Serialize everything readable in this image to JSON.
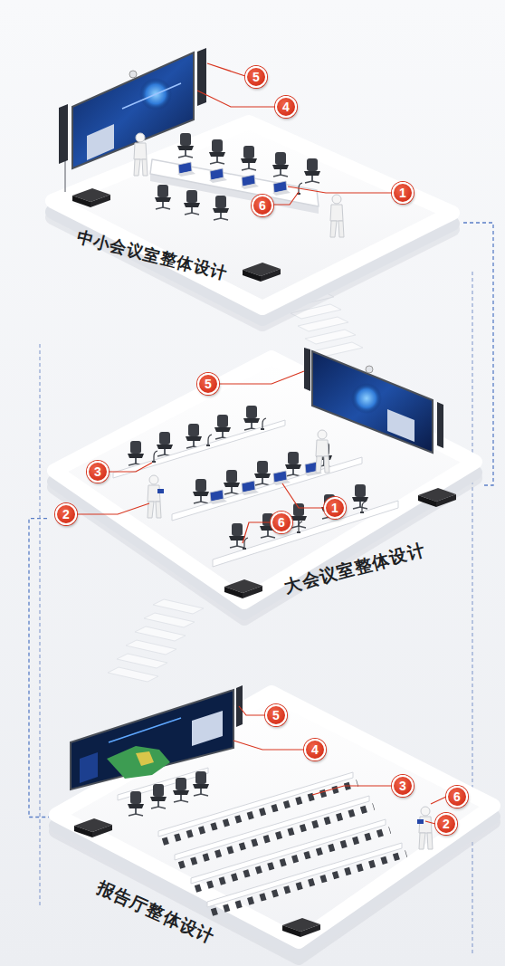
{
  "diagram": {
    "nodes": [
      {
        "text": [
          "中小会议室整体设计"
        ]
      },
      {
        "text": [
          "大会议室整体设计"
        ]
      },
      {
        "text": [
          "报告厅整体设计"
        ]
      }
    ],
    "edges": [
      {
        "from": 0,
        "to": 1,
        "arrow": "none"
      },
      {
        "from": 1,
        "to": 2,
        "arrow": "none"
      }
    ],
    "labels": [
      "5",
      "4",
      "1",
      "6",
      "5",
      "3",
      "2",
      "1",
      "6",
      "5",
      "4",
      "3",
      "6",
      "2"
    ]
  }
}
